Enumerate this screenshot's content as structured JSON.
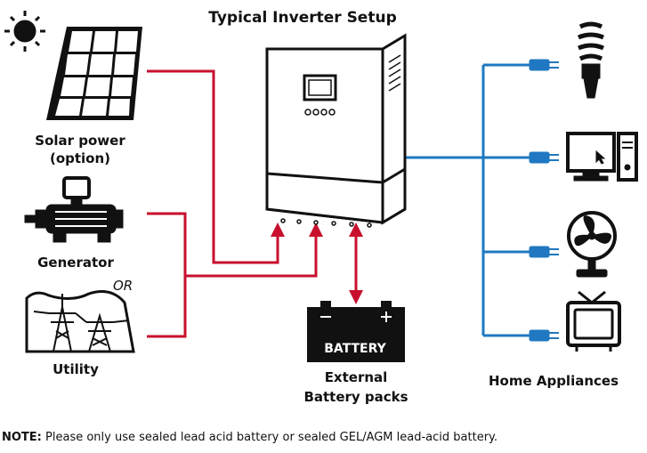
{
  "title": "Typical Inverter Setup",
  "sources": {
    "solar": {
      "line1": "Solar power",
      "line2": "(option)"
    },
    "generator": "Generator",
    "or_text": "OR",
    "utility": "Utility"
  },
  "battery": {
    "label": "BATTERY",
    "caption_line1": "External",
    "caption_line2": "Battery packs"
  },
  "appliances_label": "Home Appliances",
  "note": {
    "prefix": "NOTE:",
    "text": " Please only use sealed lead acid battery or sealed GEL/AGM lead-acid battery."
  },
  "colors": {
    "input_wire": "#c8102e",
    "output_wire": "#1f78c1",
    "outline": "#111111"
  }
}
